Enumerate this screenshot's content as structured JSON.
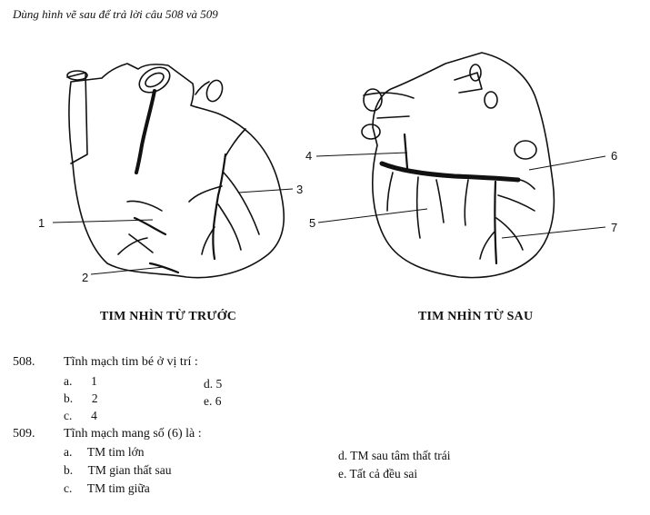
{
  "intro": "Dùng hình vẽ sau để trả lời câu 508 và 509",
  "figure": {
    "front_caption": "TIM NHÌN TỪ TRƯỚC",
    "back_caption": "TIM NHÌN TỪ SAU",
    "front_labels": [
      "1",
      "2",
      "3"
    ],
    "back_labels": [
      "4",
      "5",
      "6",
      "7"
    ]
  },
  "questions": [
    {
      "number": "508.",
      "text": "Tĩnh mạch tim bé ở vị trí :",
      "options": [
        {
          "letter": "a.",
          "text": "1"
        },
        {
          "letter": "b.",
          "text": "2"
        },
        {
          "letter": "c.",
          "text": "4"
        },
        {
          "letter": "d.",
          "text": "5"
        },
        {
          "letter": "e.",
          "text": "6"
        }
      ]
    },
    {
      "number": "509.",
      "text": "Tĩnh mạch mang số (6) là :",
      "options": [
        {
          "letter": "a.",
          "text": "TM tim lớn"
        },
        {
          "letter": "b.",
          "text": "TM gian thất sau"
        },
        {
          "letter": "c.",
          "text": "TM tim giữa"
        },
        {
          "letter": "d.",
          "text": "TM sau tâm thất trái"
        },
        {
          "letter": "e.",
          "text": "Tất cả đều sai"
        }
      ]
    }
  ]
}
